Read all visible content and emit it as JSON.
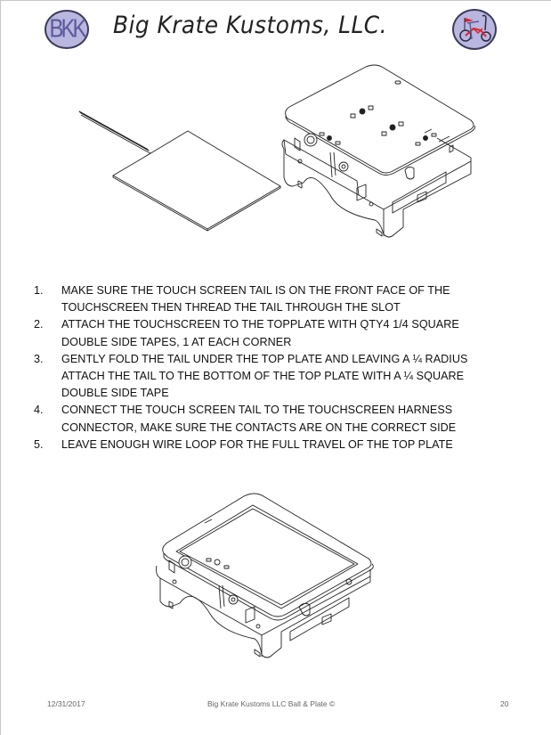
{
  "header": {
    "logo_left_text": "BKK",
    "title": "Big Krate Kustoms, LLC.",
    "logo_right": "bike-logo",
    "colors": {
      "logo_fill": "#b9b6e0",
      "logo_text": "#5b5a9c",
      "logo_border": "#3b3b5a",
      "bike_red": "#d9262c"
    }
  },
  "figures": {
    "top": {
      "left_part": "touchscreen-with-tail",
      "right_part": "ball-and-plate-assembly-exploded-top-plate"
    },
    "bottom": {
      "part": "ball-and-plate-assembly-with-touchscreen-installed"
    }
  },
  "steps": [
    {
      "number": "1.",
      "text": "MAKE SURE THE TOUCH SCREEN TAIL IS ON THE FRONT FACE OF THE TOUCHSCREEN THEN THREAD THE TAIL THROUGH THE SLOT"
    },
    {
      "number": "2.",
      "text": "ATTACH THE TOUCHSCREEN TO THE TOPPLATE WITH QTY4 1/4 SQUARE DOUBLE SIDE TAPES, 1 AT EACH CORNER"
    },
    {
      "number": "3.",
      "text": "GENTLY FOLD THE TAIL UNDER THE TOP PLATE AND LEAVING A ¼ RADIUS ATTACH THE TAIL TO THE BOTTOM OF THE TOP PLATE WITH A ¼ SQUARE DOUBLE SIDE TAPE"
    },
    {
      "number": "4.",
      "text": "CONNECT THE TOUCH SCREEN TAIL TO THE TOUCHSCREEN HARNESS CONNECTOR, MAKE SURE THE CONTACTS ARE ON THE CORRECT SIDE"
    },
    {
      "number": "5.",
      "text": "LEAVE ENOUGH WIRE LOOP FOR THE FULL TRAVEL OF THE TOP PLATE"
    }
  ],
  "footer": {
    "date": "12/31/2017",
    "center": "Big Krate Kustoms LLC Ball & Plate ©",
    "page": "20"
  }
}
